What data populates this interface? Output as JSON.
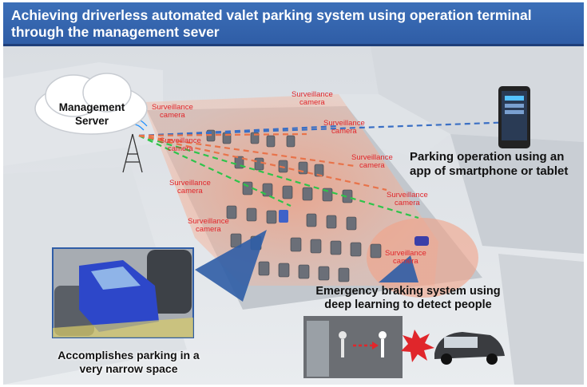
{
  "title": {
    "line1": "Achieving driverless automated valet parking system using operation terminal",
    "line2": "through the management sever"
  },
  "management_server": {
    "line1": "Management",
    "line2": "Server"
  },
  "surveillance_cameras": [
    {
      "line1": "Surveillance",
      "line2": "camera"
    },
    {
      "line1": "Surveillance",
      "line2": "camera"
    },
    {
      "line1": "Surveillance",
      "line2": "camera"
    },
    {
      "line1": "Surveillance",
      "line2": "camera"
    },
    {
      "line1": "Surveillance",
      "line2": "camera"
    },
    {
      "line1": "Surveillance",
      "line2": "camera"
    },
    {
      "line1": "Surveillance",
      "line2": "camera"
    },
    {
      "line1": "Surveillance",
      "line2": "camera"
    },
    {
      "line1": "Surveillance",
      "line2": "camera"
    }
  ],
  "phone_caption": {
    "line1": "Parking operation using an",
    "line2": "app of smartphone or tablet"
  },
  "inset_caption": {
    "line1": "Accomplishes parking in a",
    "line2": "very narrow space"
  },
  "emergency_caption": {
    "line1": "Emergency braking system using",
    "line2": "deep learning to detect people"
  },
  "colors": {
    "title_bar": "#2f5da6",
    "camera_label": "#e0262b",
    "coverage_zone": "#f08a6a",
    "link_blue": "#3a6fc4",
    "link_green": "#2ec44a",
    "link_orange": "#e8734a",
    "selected_car": "#2d47c9"
  }
}
